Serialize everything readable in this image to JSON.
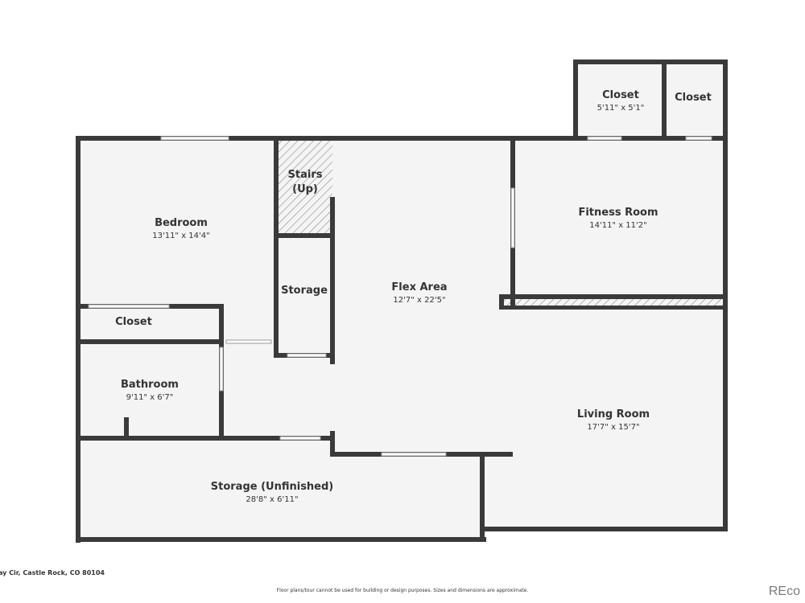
{
  "rooms": {
    "closet1": {
      "name": "Closet",
      "dims": "5'11\" x 5'1\""
    },
    "closet2": {
      "name": "Closet"
    },
    "stairs": {
      "name_line1": "Stairs",
      "name_line2": "(Up)"
    },
    "bedroom": {
      "name": "Bedroom",
      "dims": "13'11\" x 14'4\""
    },
    "storage_small": {
      "name": "Storage"
    },
    "flex_area": {
      "name": "Flex Area",
      "dims": "12'7\" x 22'5\""
    },
    "fitness_room": {
      "name": "Fitness Room",
      "dims": "14'11\" x 11'2\""
    },
    "closet3": {
      "name": "Closet"
    },
    "bathroom": {
      "name": "Bathroom",
      "dims": "9'11\" x 6'7\""
    },
    "living_room": {
      "name": "Living Room",
      "dims": "17'7\" x 15'7\""
    },
    "storage_unfinished": {
      "name": "Storage (Unfinished)",
      "dims": "28'8\" x 6'11\""
    }
  },
  "footer": {
    "address": "ay Cir, Castle Rock, CO 80104",
    "disclaimer": "Floor plans/tour cannot be used for building or design purposes. Sizes and dimensions are approximate.",
    "brand": "REco"
  },
  "colors": {
    "wall": "#3a3a3a",
    "floor": "#f4f4f4",
    "text": "#333333"
  }
}
